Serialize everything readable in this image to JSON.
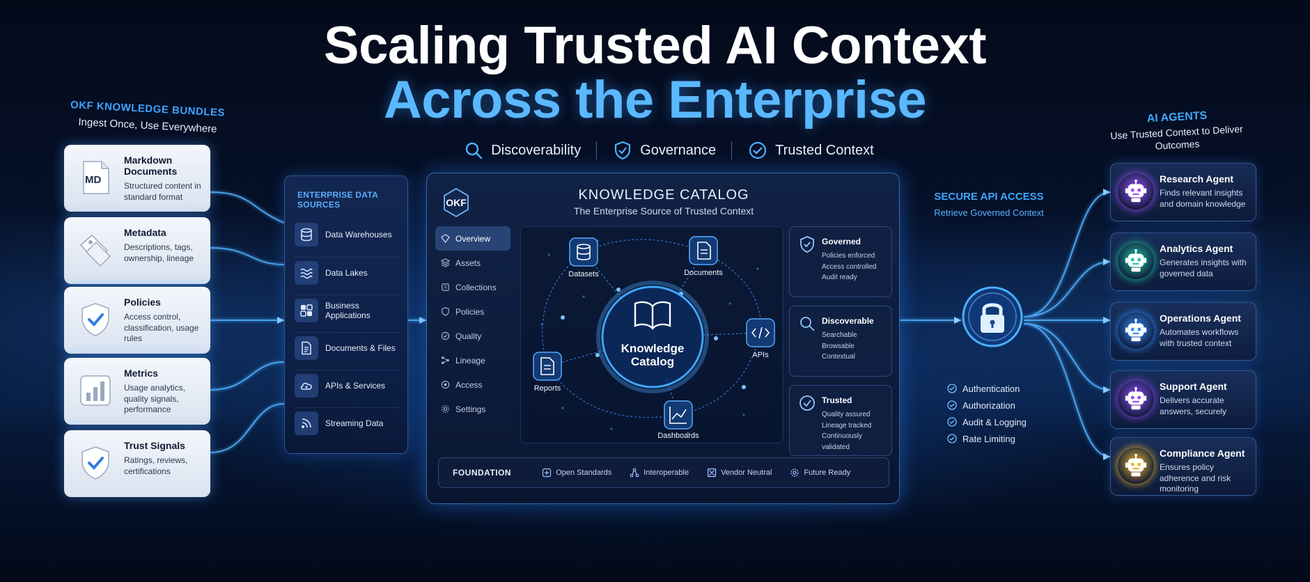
{
  "header": {
    "title_line1": "Scaling Trusted AI Context",
    "title_line2": "Across the Enterprise",
    "pillars": [
      {
        "label": "Discoverability",
        "icon": "search-icon"
      },
      {
        "label": "Governance",
        "icon": "shield-check-icon"
      },
      {
        "label": "Trusted Context",
        "icon": "check-circle-icon"
      }
    ]
  },
  "bundles": {
    "title": "OKF KNOWLEDGE BUNDLES",
    "subtitle": "Ingest Once, Use Everywhere",
    "items": [
      {
        "name": "Markdown Documents",
        "desc": "Structured content in standard format",
        "icon": "markdown-file-icon",
        "badge": "MD"
      },
      {
        "name": "Metadata",
        "desc": "Descriptions, tags, ownership, lineage",
        "icon": "tags-icon"
      },
      {
        "name": "Policies",
        "desc": "Access control, classification, usage rules",
        "icon": "shield-check-icon"
      },
      {
        "name": "Metrics",
        "desc": "Usage analytics, quality signals, performance",
        "icon": "bar-chart-icon"
      },
      {
        "name": "Trust Signals",
        "desc": "Ratings, reviews, certifications",
        "icon": "badge-check-icon"
      }
    ]
  },
  "sources": {
    "title": "ENTERPRISE DATA SOURCES",
    "items": [
      {
        "label": "Data Warehouses",
        "icon": "database-icon"
      },
      {
        "label": "Data Lakes",
        "icon": "waves-icon"
      },
      {
        "label": "Business Applications",
        "icon": "apps-grid-icon"
      },
      {
        "label": "Documents & Files",
        "icon": "document-icon"
      },
      {
        "label": "APIs & Services",
        "icon": "cloud-api-icon"
      },
      {
        "label": "Streaming Data",
        "icon": "stream-icon"
      }
    ]
  },
  "catalog": {
    "badge": "OKF",
    "title": "KNOWLEDGE CATALOG",
    "subtitle": "The Enterprise Source of Trusted Context",
    "nav": [
      {
        "label": "Overview",
        "icon": "overview-icon",
        "active": true
      },
      {
        "label": "Assets",
        "icon": "assets-icon"
      },
      {
        "label": "Collections",
        "icon": "collections-icon"
      },
      {
        "label": "Policies",
        "icon": "policies-icon"
      },
      {
        "label": "Quality",
        "icon": "quality-icon"
      },
      {
        "label": "Lineage",
        "icon": "lineage-icon"
      },
      {
        "label": "Access",
        "icon": "access-icon"
      },
      {
        "label": "Settings",
        "icon": "settings-icon"
      }
    ],
    "hub": {
      "center": "Knowledge Catalog",
      "nodes": [
        {
          "label": "Datasets",
          "icon": "database-icon"
        },
        {
          "label": "Documents",
          "icon": "document-icon"
        },
        {
          "label": "APIs",
          "icon": "code-icon"
        },
        {
          "label": "Dashboards",
          "icon": "chart-line-icon"
        },
        {
          "label": "Reports",
          "icon": "report-icon"
        }
      ]
    },
    "properties": [
      {
        "name": "Governed",
        "lines": [
          "Policies enforced",
          "Access controlled",
          "Audit ready"
        ],
        "icon": "shield-check-icon"
      },
      {
        "name": "Discoverable",
        "lines": [
          "Searchable",
          "Browsable",
          "Contextual"
        ],
        "icon": "search-icon"
      },
      {
        "name": "Trusted",
        "lines": [
          "Quality assured",
          "Lineage tracked",
          "Continuously validated"
        ],
        "icon": "check-circle-icon"
      }
    ],
    "foundation": {
      "title": "FOUNDATION",
      "items": [
        {
          "label": "Open Standards",
          "icon": "open-standards-icon"
        },
        {
          "label": "Interoperable",
          "icon": "network-icon"
        },
        {
          "label": "Vendor Neutral",
          "icon": "vendor-neutral-icon"
        },
        {
          "label": "Future Ready",
          "icon": "gear-icon"
        }
      ]
    }
  },
  "api": {
    "title": "SECURE API ACCESS",
    "subtitle": "Retrieve Governed Context",
    "icon": "lock-icon",
    "checks": [
      "Authentication",
      "Authorization",
      "Audit & Logging",
      "Rate Limiting"
    ]
  },
  "agents": {
    "title": "AI AGENTS",
    "subtitle": "Use Trusted Context to Deliver Outcomes",
    "items": [
      {
        "name": "Research Agent",
        "desc": "Finds relevant insights and domain knowledge",
        "color": "#a24dff"
      },
      {
        "name": "Analytics Agent",
        "desc": "Generates insights with governed data",
        "color": "#1fc6a0"
      },
      {
        "name": "Operations Agent",
        "desc": "Automates workflows with trusted context",
        "color": "#2f8dff"
      },
      {
        "name": "Support Agent",
        "desc": "Delivers accurate answers, securely",
        "color": "#9b45ff"
      },
      {
        "name": "Compliance Agent",
        "desc": "Ensures policy adherence and risk monitoring",
        "color": "#f2b321"
      }
    ]
  },
  "colors": {
    "accent": "#3ea8ff",
    "title_accent": "#5ab8ff",
    "background": "#06122c"
  }
}
